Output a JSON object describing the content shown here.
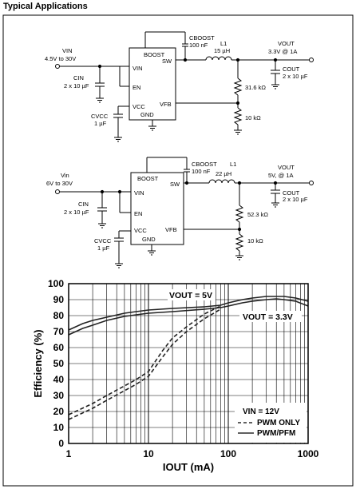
{
  "heading": "Typical Applications",
  "circuits": [
    {
      "vin_label": "VIN",
      "vin_sub": "IN",
      "vin_range": "4.5V to 30V",
      "cin_label": "CIN",
      "cin_value": "2 x 10 µF",
      "cvcc_label": "CVCC",
      "cvcc_value": "1 µF",
      "cboost_label": "CBOOST",
      "cboost_value": "100 nF",
      "l1_label": "L1",
      "l1_value": "15 µH",
      "vout_label": "VOUT",
      "vout_value": "3.3V @ 1A",
      "cout_label": "COUT",
      "cout_value": "2 x 10 µF",
      "r_top": "31.6 kΩ",
      "r_bot": "10 kΩ",
      "pins": {
        "boost": "BOOST",
        "vin": "VIN",
        "en": "EN",
        "vcc": "VCC",
        "gnd": "GND",
        "sw": "SW",
        "vfb": "VFB"
      }
    },
    {
      "vin_label": "Vin",
      "vin_sub": "",
      "vin_range": "6V to 30V",
      "cin_label": "CIN",
      "cin_value": "2 x 10 µF",
      "cvcc_label": "CVCC",
      "cvcc_value": "1 µF",
      "cboost_label": "CBOOST",
      "cboost_value": "100 nF",
      "l1_label": "L1",
      "l1_value": "22 µH",
      "vout_label": "VOUT",
      "vout_value": "5V, @ 1A",
      "cout_label": "COUT",
      "cout_value": "2 x 10 µF",
      "r_top": "52.3 kΩ",
      "r_bot": "10 kΩ",
      "pins": {
        "boost": "BOOST",
        "vin": "VIN",
        "en": "EN",
        "vcc": "VCC",
        "gnd": "GND",
        "sw": "SW",
        "vfb": "VFB"
      }
    }
  ],
  "chart_data": {
    "type": "line",
    "xscale": "log",
    "xlim": [
      1,
      1000
    ],
    "ylim": [
      0,
      100
    ],
    "xlabel": "IOUT (mA)",
    "ylabel": "Efficiency (%)",
    "x_ticks": [
      "1",
      "10",
      "100",
      "1000"
    ],
    "y_ticks": [
      "0",
      "10",
      "20",
      "30",
      "40",
      "50",
      "60",
      "70",
      "80",
      "90",
      "100"
    ],
    "grid": true,
    "annotations": [
      "VOUT = 5V",
      "VOUT = 3.3V"
    ],
    "legend_title": "VIN = 12V",
    "legend": [
      "PWM ONLY",
      "PWM/PFM"
    ],
    "series": [
      {
        "label_ref": "VOUT = 5V",
        "style": "solid",
        "x": [
          1,
          1.5,
          2,
          3,
          5,
          7,
          10,
          20,
          50,
          80,
          100,
          150,
          200,
          300,
          400,
          500,
          700,
          1000
        ],
        "y": [
          71,
          75,
          77,
          79,
          81.5,
          82.5,
          83.5,
          84.5,
          85.5,
          86.5,
          88,
          90,
          91,
          92,
          92,
          92,
          91,
          89
        ]
      },
      {
        "label_ref": "VOUT = 3.3V",
        "style": "solid",
        "x": [
          1,
          1.5,
          2,
          3,
          5,
          7,
          10,
          20,
          50,
          80,
          100,
          150,
          200,
          300,
          400,
          500,
          700,
          1000
        ],
        "y": [
          68,
          72,
          74,
          77,
          79.5,
          80.5,
          81.5,
          82.5,
          84,
          85,
          86,
          88,
          89,
          90,
          90.5,
          90,
          89,
          86
        ]
      },
      {
        "label_ref": "VOUT = 5V",
        "style": "dashed",
        "x": [
          1,
          2,
          3,
          5,
          7,
          10,
          15,
          20,
          30,
          50,
          80
        ],
        "y": [
          18,
          25,
          30,
          36,
          40,
          45,
          58,
          66,
          73,
          81,
          86
        ]
      },
      {
        "label_ref": "VOUT = 3.3V",
        "style": "dashed",
        "x": [
          1,
          2,
          3,
          5,
          7,
          10,
          15,
          20,
          30,
          50,
          80
        ],
        "y": [
          15,
          22,
          27,
          33,
          37,
          42,
          54,
          62,
          70,
          78,
          84
        ]
      }
    ]
  }
}
